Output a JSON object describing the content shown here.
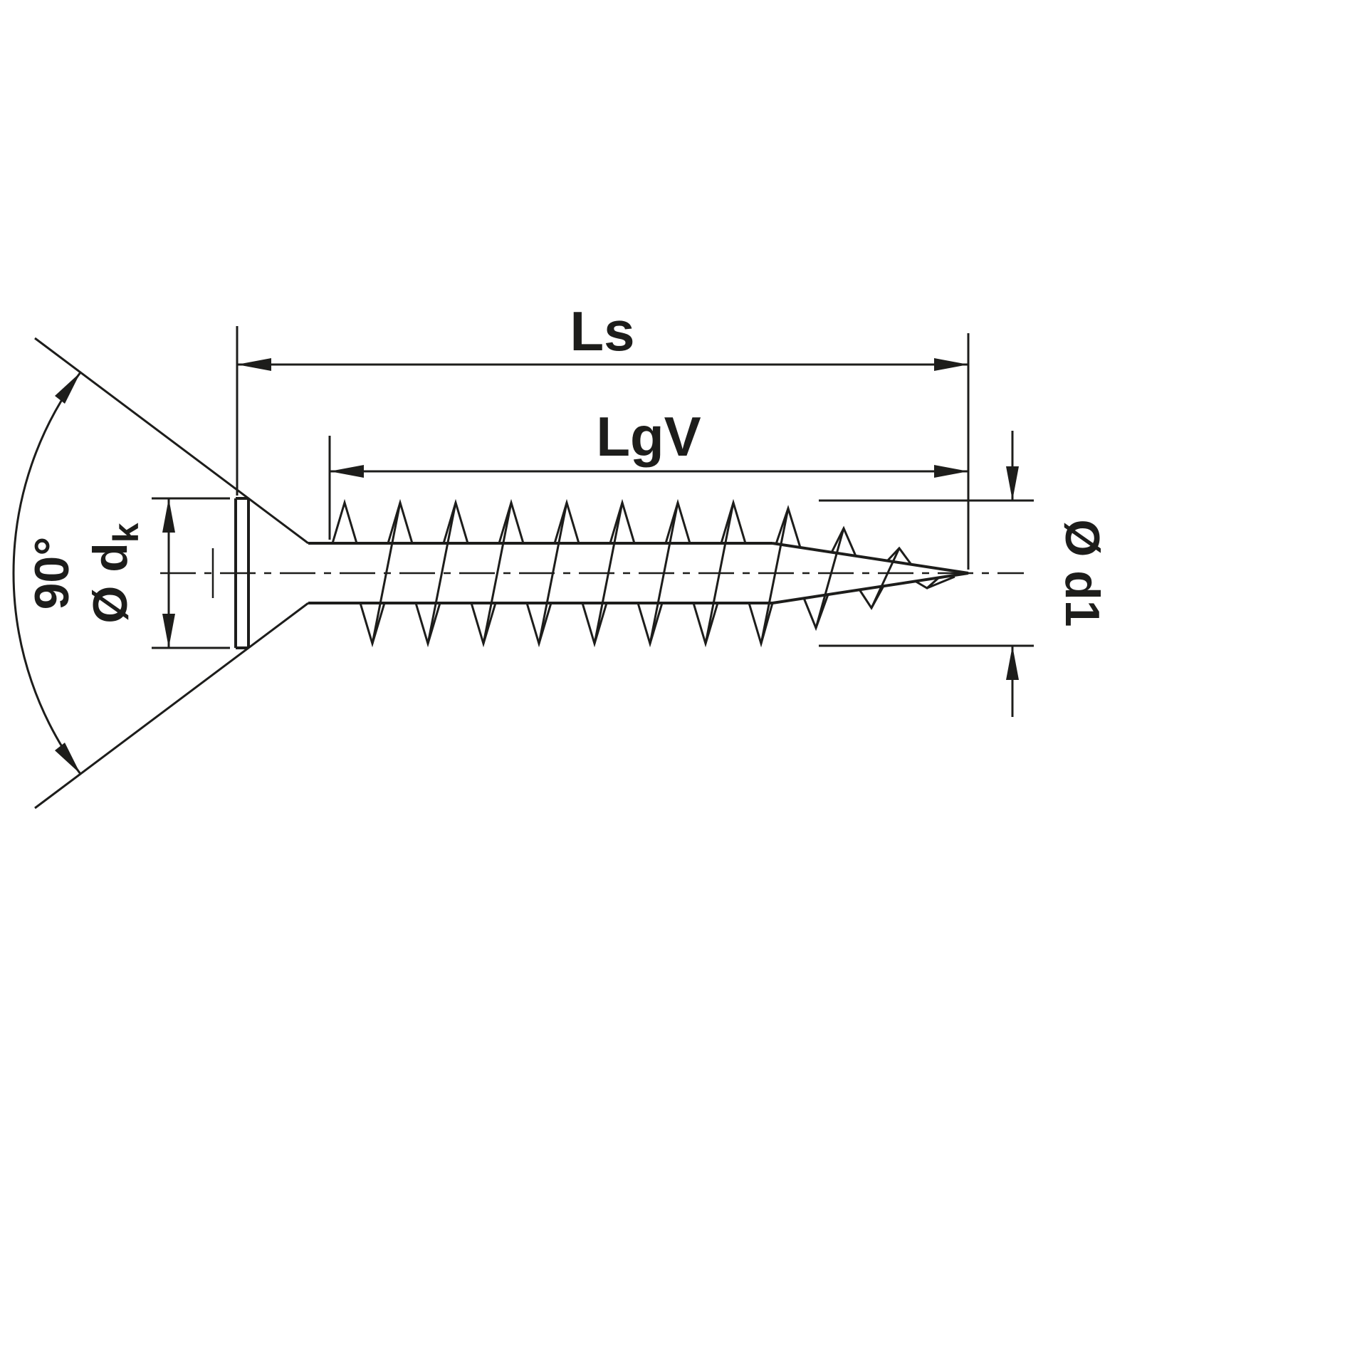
{
  "colors": {
    "line": "#1d1d1b",
    "background": "#ffffff"
  },
  "diagram": {
    "subject": "countersunk screw technical drawing",
    "labels": {
      "total_length": "Ls",
      "thread_length": "LgV",
      "head_angle": "90°",
      "head_diameter": "Ø d",
      "head_diameter_subscript": "k",
      "outer_diameter": "Ø d1"
    }
  }
}
